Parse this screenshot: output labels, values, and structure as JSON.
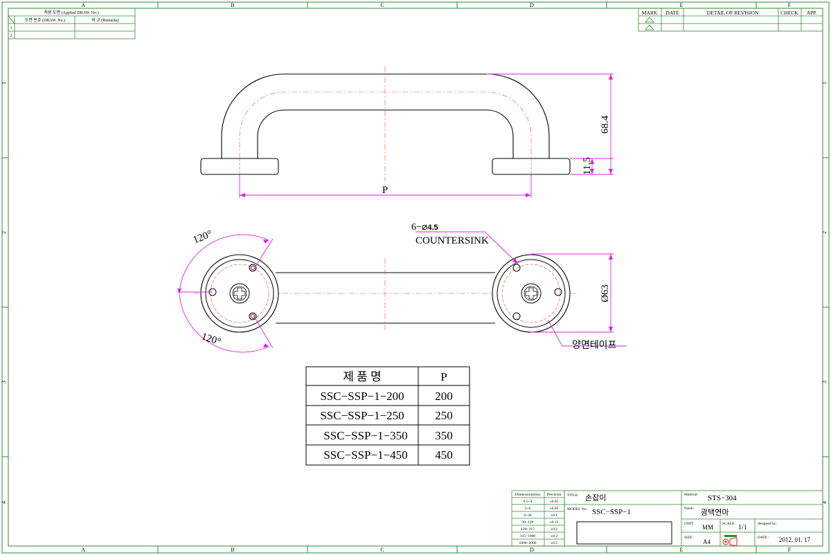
{
  "border": {
    "columns": [
      "A",
      "B",
      "C",
      "D",
      "E",
      "F"
    ],
    "rows": [
      "1",
      "2",
      "3",
      "4"
    ]
  },
  "applied_table": {
    "header": "적용 도면 (Applied DRAW. No.)",
    "col_drawing": "도면 번호 (DRAW. No.)",
    "col_remarks": "비 고 (Remarks)",
    "row_numbers": [
      "1",
      "2"
    ]
  },
  "revision_table": {
    "headers": [
      "MARK",
      "DATE",
      "DETAIL OF REVISION",
      "CHECK",
      "APP."
    ]
  },
  "dimensions": {
    "height": "68.4",
    "base_height": "11.5",
    "length": "P",
    "angle_top": "120°",
    "angle_bottom": "120°",
    "hole_prefix": "6−⌀",
    "hole_size": "4.5",
    "hole_type": "COUNTERSINK",
    "base_diameter": "Ø63",
    "tape_note": "양면테이프"
  },
  "product_table": {
    "headers": [
      "제 품 명",
      "P"
    ],
    "rows": [
      [
        "SSC−SSP−1−200",
        "200"
      ],
      [
        "SSC−SSP−1−250",
        "250"
      ],
      [
        "SSC−SSP−1−350",
        "350"
      ],
      [
        "SSC−SSP−1−450",
        "450"
      ]
    ]
  },
  "tolerance_table": {
    "headers": [
      "Dimension(mm)",
      "Precision"
    ],
    "rows": [
      [
        "0.5~3",
        "±0.05"
      ],
      [
        "3~6",
        "±0.05"
      ],
      [
        "6~30",
        "±0.1"
      ],
      [
        "30~120",
        "±0.15"
      ],
      [
        "120~315",
        "±0.2"
      ],
      [
        "315~1000",
        "±0.3"
      ],
      [
        "1000~2000",
        "±0.5"
      ]
    ]
  },
  "title_block": {
    "title_label": "TITLE:",
    "title": "손잡이",
    "model_label": "MODEL No.",
    "model": "SSC−SSP−1",
    "material_label": "Material:",
    "material": "STS−304",
    "finish_label": "finish:",
    "finish": "광택연마",
    "unit_label": "UNIT:",
    "unit": "MM",
    "scale_label": "SCALE:",
    "scale": "1/1",
    "designed_label": "designed by:",
    "size_label": "SIZE:",
    "size": "A4",
    "date_label": "DATE :",
    "date": "2012. 01. 17"
  }
}
